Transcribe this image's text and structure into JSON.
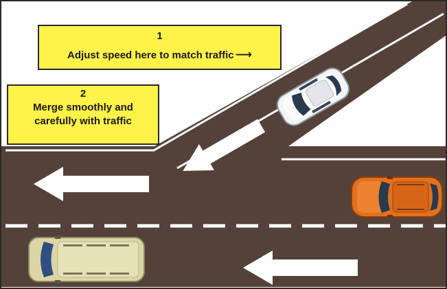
{
  "colors": {
    "road": "#54423a",
    "lane_marking": "#ffffff",
    "callout_fill": "#fff34a",
    "callout_border": "#2a2a2a",
    "car_white": "#f2f4f5",
    "car_orange": "#e2701e",
    "van_beige": "#dcd6a6"
  },
  "callouts": [
    {
      "number": "1",
      "text": "Adjust speed here to match traffic",
      "arrow": "⟶"
    },
    {
      "number": "2",
      "line1": "Merge smoothly and",
      "line2": "carefully with traffic"
    }
  ],
  "vehicles": [
    {
      "kind": "car",
      "color": "white",
      "location": "on-ramp"
    },
    {
      "kind": "car",
      "color": "orange",
      "location": "upper lane"
    },
    {
      "kind": "van",
      "color": "beige",
      "location": "lower lane"
    }
  ],
  "arrows": [
    {
      "icon": "arrow-left-icon",
      "location": "on-ramp"
    },
    {
      "icon": "arrow-left-icon",
      "location": "upper lane"
    },
    {
      "icon": "arrow-left-icon",
      "location": "lower lane"
    }
  ]
}
